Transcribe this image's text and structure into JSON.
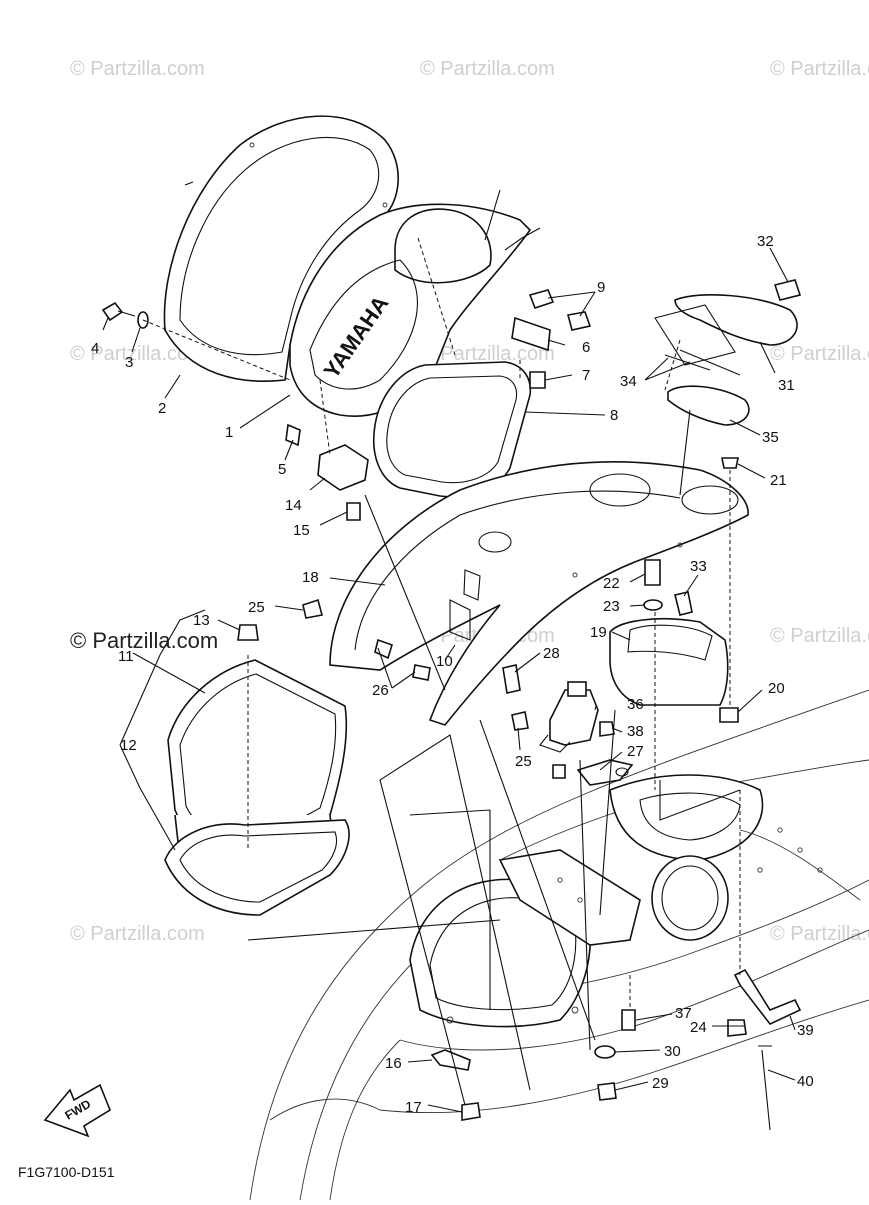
{
  "watermark": {
    "text": "© Partzilla.com"
  },
  "diagram_code": "F1G7100-D151",
  "brand_text": "YAMAHA",
  "fwd_label": "FWD",
  "callouts": [
    {
      "id": "1",
      "label": "1"
    },
    {
      "id": "2",
      "label": "2"
    },
    {
      "id": "3",
      "label": "3"
    },
    {
      "id": "4",
      "label": "4"
    },
    {
      "id": "5",
      "label": "5"
    },
    {
      "id": "6",
      "label": "6"
    },
    {
      "id": "7",
      "label": "7"
    },
    {
      "id": "8",
      "label": "8"
    },
    {
      "id": "9",
      "label": "9"
    },
    {
      "id": "10",
      "label": "10"
    },
    {
      "id": "11",
      "label": "11"
    },
    {
      "id": "12",
      "label": "12"
    },
    {
      "id": "13",
      "label": "13"
    },
    {
      "id": "14",
      "label": "14"
    },
    {
      "id": "15",
      "label": "15"
    },
    {
      "id": "16",
      "label": "16"
    },
    {
      "id": "17",
      "label": "17"
    },
    {
      "id": "18",
      "label": "18"
    },
    {
      "id": "19",
      "label": "19"
    },
    {
      "id": "20",
      "label": "20"
    },
    {
      "id": "21",
      "label": "21"
    },
    {
      "id": "22",
      "label": "22"
    },
    {
      "id": "23",
      "label": "23"
    },
    {
      "id": "24",
      "label": "24"
    },
    {
      "id": "25a",
      "label": "25"
    },
    {
      "id": "25b",
      "label": "25"
    },
    {
      "id": "26",
      "label": "26"
    },
    {
      "id": "27",
      "label": "27"
    },
    {
      "id": "28",
      "label": "28"
    },
    {
      "id": "29",
      "label": "29"
    },
    {
      "id": "30",
      "label": "30"
    },
    {
      "id": "31",
      "label": "31"
    },
    {
      "id": "32",
      "label": "32"
    },
    {
      "id": "33",
      "label": "33"
    },
    {
      "id": "34",
      "label": "34"
    },
    {
      "id": "35",
      "label": "35"
    },
    {
      "id": "36",
      "label": "36"
    },
    {
      "id": "37",
      "label": "37"
    },
    {
      "id": "38",
      "label": "38"
    },
    {
      "id": "39",
      "label": "39"
    },
    {
      "id": "40",
      "label": "40"
    }
  ]
}
